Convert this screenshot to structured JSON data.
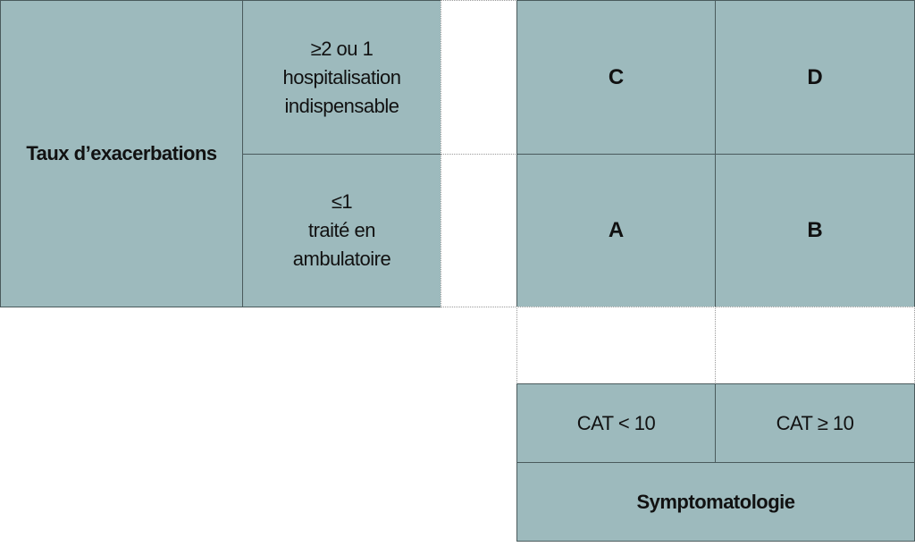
{
  "left": {
    "row_header": "Taux d’exacerbations",
    "high": [
      "≥2 ou 1",
      "hospitalisation",
      "indispensable"
    ],
    "low": [
      "≤1",
      "traité en",
      "ambulatoire"
    ]
  },
  "grid": {
    "c": "C",
    "d": "D",
    "a": "A",
    "b": "B"
  },
  "bottom": {
    "cat_low": "CAT < 10",
    "cat_high": "CAT ≥ 10",
    "col_header": "Symptomatologie"
  },
  "colors": {
    "cell_fill": "#9dbabd",
    "border": "#4a5a5c"
  }
}
